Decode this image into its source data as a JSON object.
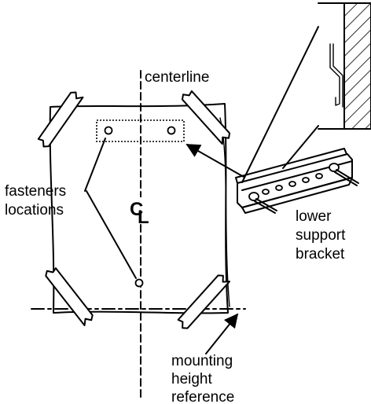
{
  "labels": {
    "centerline": "centerline",
    "fasteners_line1": "fasteners",
    "fasteners_line2": "locations",
    "cl_symbol_c": "C",
    "cl_symbol_l": "L",
    "bracket_line1": "lower",
    "bracket_line2": "support",
    "bracket_line3": "bracket",
    "mounting_line1": "mounting",
    "mounting_line2": "height",
    "mounting_line3": "reference"
  },
  "colors": {
    "ink": "#000000",
    "paper": "#ffffff"
  }
}
